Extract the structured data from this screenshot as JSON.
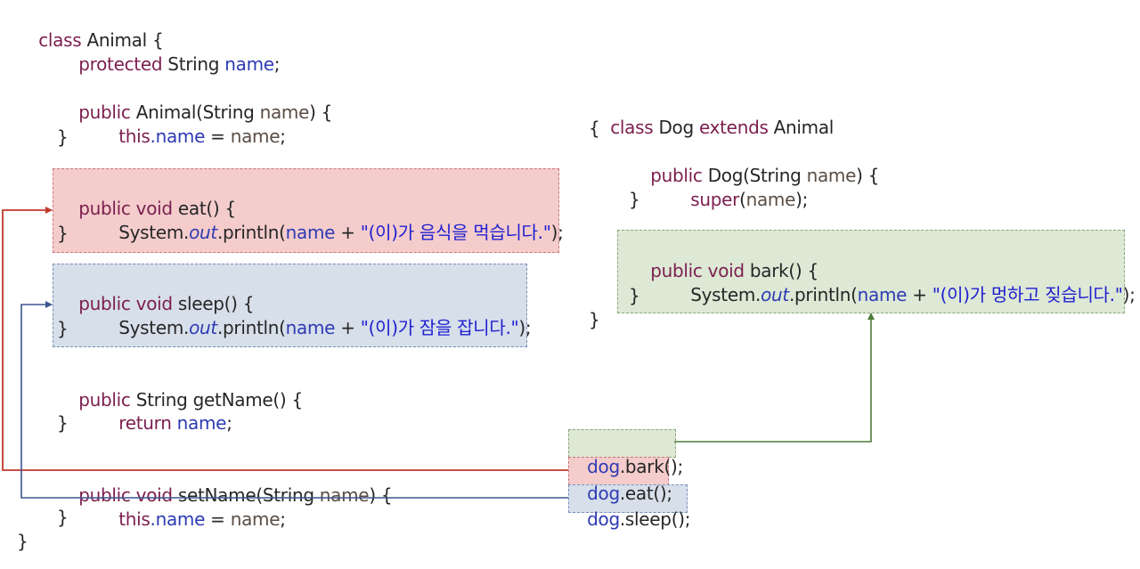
{
  "animal": {
    "l1": {
      "kw": "class",
      "name": "Animal",
      "brace": "{"
    },
    "l2": {
      "kw": "protected",
      "type": "String",
      "field": "name",
      "end": ";"
    },
    "l3": {
      "kw": "public",
      "ctor": "Animal(String",
      "param": "name",
      "end": ") {"
    },
    "l4": {
      "kw": "this",
      "field": ".name",
      "op": " = ",
      "param": "name",
      "end": ";"
    },
    "l5": "}",
    "eat": {
      "sig_kw": "public void",
      "sig": "eat() {",
      "call_a": "System.",
      "call_out": "out",
      "call_b": ".println(",
      "call_name": "name",
      "call_plus": " + ",
      "str": "\"(이)가 음식을 먹습니다.\"",
      "call_end": ");",
      "close": "}"
    },
    "sleep": {
      "sig_kw": "public void",
      "sig": "sleep() {",
      "call_a": "System.",
      "call_out": "out",
      "call_b": ".println(",
      "call_name": "name",
      "call_plus": " + ",
      "str": "\"(이)가 잠을 잡니다.\"",
      "call_end": ");",
      "close": "}"
    },
    "getname": {
      "sig_kw": "public",
      "sig": "String getName() {",
      "ret_kw": "return",
      "ret_field": "name",
      "ret_end": ";",
      "close": "}"
    },
    "setname": {
      "sig_kw": "public void",
      "sig": "setName(String",
      "param": "name",
      "end": ") {",
      "b_kw": "this",
      "b_field": ".name",
      "b_op": " = ",
      "b_param": "name",
      "b_end": ";",
      "close": "}"
    },
    "close": "}"
  },
  "dog": {
    "l1": {
      "kw": "class",
      "name": "Dog",
      "kw2": "extends",
      "parent": "Animal"
    },
    "open": "{",
    "ctor": {
      "kw": "public",
      "sig": "Dog(String",
      "param": "name",
      "end": ") {"
    },
    "sup": {
      "kw": "super",
      "open": "(",
      "param": "name",
      "end": ");"
    },
    "ctor_close": "}",
    "bark": {
      "sig_kw": "public void",
      "sig": "bark() {",
      "call_a": "System.",
      "call_out": "out",
      "call_b": ".println(",
      "call_name": "name",
      "call_plus": " + ",
      "str": "\"(이)가 멍하고 짖습니다.\"",
      "call_end": ");",
      "close": "}"
    },
    "close": "}"
  },
  "calls": {
    "bark": {
      "obj": "dog",
      "rest": ".bark();"
    },
    "eat": {
      "obj": "dog",
      "rest": ".eat();"
    },
    "sleep": {
      "obj": "dog",
      "rest": ".sleep();"
    }
  },
  "colors": {
    "red": "#c0392b",
    "blue": "#3d5590",
    "green": "#4e7a3a"
  }
}
